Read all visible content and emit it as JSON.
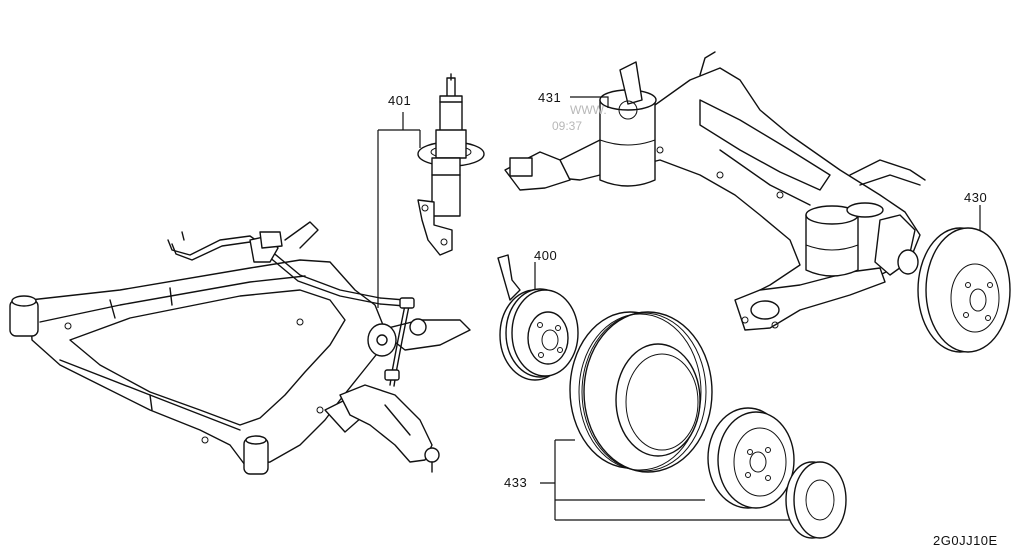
{
  "callouts": {
    "p401": "401",
    "p431": "431",
    "p400": "400",
    "p430": "430",
    "p433": "433"
  },
  "watermark": {
    "line1": "WWW.",
    "line2": "09:37"
  },
  "figure_code": "2G0JJ10E",
  "colors": {
    "line": "#111111",
    "background": "#ffffff",
    "watermark": "#b8b8b8"
  }
}
